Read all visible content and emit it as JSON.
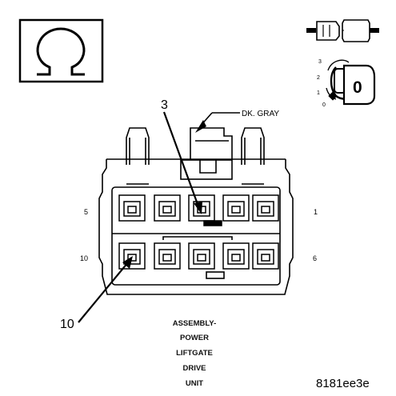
{
  "symbol": {
    "ohm_icon": "ohm-symbol",
    "connector_key_icon": "connector-plug-icon",
    "ignition_icon": "ignition-switch-icon",
    "ignition_positions": [
      "3",
      "2",
      "1",
      "0"
    ],
    "ignition_current": "0"
  },
  "connector": {
    "color_label": "DK. GRAY",
    "pin_callout_top": "3",
    "pin_callout_bottom": "10",
    "row_labels": {
      "top_left": "5",
      "top_right": "1",
      "bottom_left": "10",
      "bottom_right": "6"
    }
  },
  "caption": {
    "lines": [
      "ASSEMBLY-",
      "POWER",
      "LIFTGATE",
      "DRIVE",
      "UNIT"
    ]
  },
  "figure_id": "8181ee3e"
}
